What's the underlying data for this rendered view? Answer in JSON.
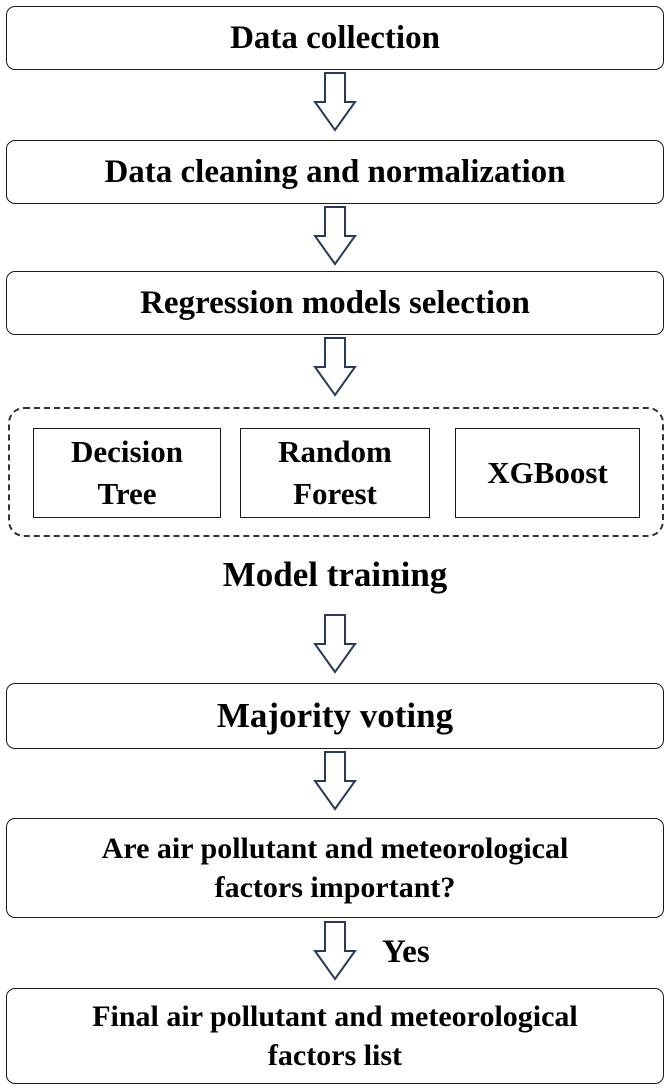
{
  "steps": {
    "data_collection": "Data collection",
    "data_cleaning": "Data cleaning and normalization",
    "model_selection": "Regression models selection",
    "majority_voting": "Majority voting",
    "question": [
      "Are air pollutant and meteorological",
      "factors important?"
    ],
    "final_list": [
      "Final air pollutant and meteorological",
      "factors list"
    ]
  },
  "models": [
    [
      "Decision",
      "Tree"
    ],
    [
      "Random",
      "Forest"
    ],
    [
      "XGBoost"
    ]
  ],
  "model_training_label": "Model training",
  "yes_label": "Yes"
}
